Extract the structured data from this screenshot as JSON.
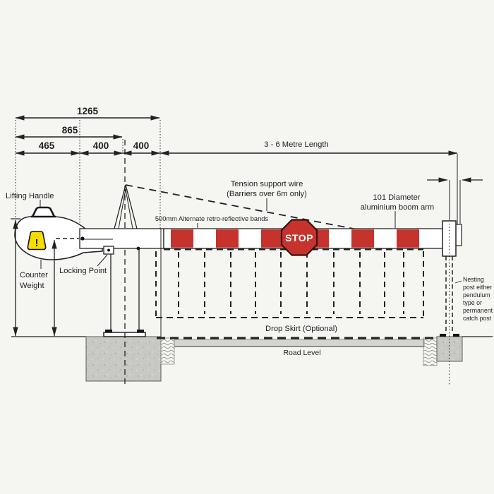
{
  "dimensions": {
    "d1265": "1265",
    "d865": "865",
    "d465": "465",
    "d400a": "400",
    "d400b": "400",
    "length_label": "3 - 6 Metre Length"
  },
  "labels": {
    "lifting_handle": "Lifting Handle",
    "counter_weight_line1": "Counter",
    "counter_weight_line2": "Weight",
    "locking_point": "Locking Point",
    "tension_line1": "Tension support wire",
    "tension_line2": "(Barriers over 6m only)",
    "reflective_bands": "500mm Alternate retro-reflective bands",
    "boom_line1": "101 Diameter",
    "boom_line2": "aluminium boom arm",
    "stop_sign": "STOP",
    "warning_mark": "!",
    "drop_skirt": "Drop Skirt (Optional)",
    "road_level": "Road Level",
    "nesting_post_lines": [
      "Nesting",
      "post either",
      "pendulum",
      "type or",
      "permanent",
      "catch post"
    ]
  },
  "colors": {
    "band_red": "#c5332c",
    "stop_red": "#c5332c",
    "stop_border": "#33100e",
    "warning_yellow": "#f6dc00",
    "line_black": "#222222",
    "concrete_gray": "#c8c8c5",
    "road_gray": "#d4d4d1",
    "background": "#f5f5f2"
  }
}
